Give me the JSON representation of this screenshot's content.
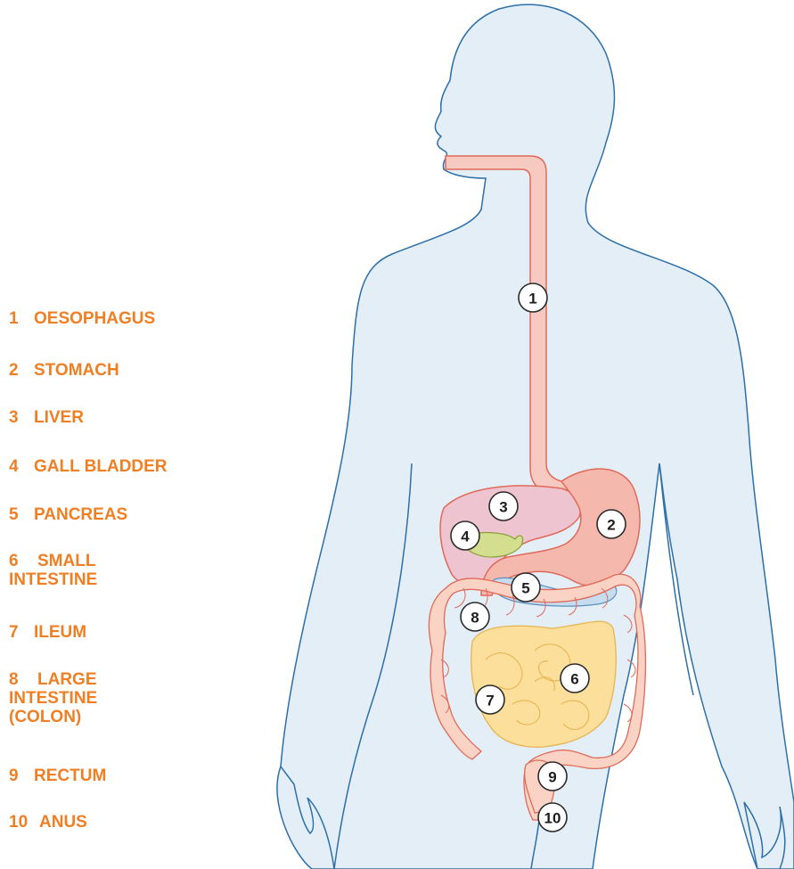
{
  "legend": {
    "items": [
      {
        "num": "1",
        "label": "OESOPHAGUS"
      },
      {
        "num": "2",
        "label": "STOMACH"
      },
      {
        "num": "3",
        "label": "LIVER"
      },
      {
        "num": "4",
        "label": "GALL BLADDER"
      },
      {
        "num": "5",
        "label": "PANCREAS"
      },
      {
        "num": "6",
        "label": "SMALL INTESTINE"
      },
      {
        "num": "7",
        "label": "ILEUM"
      },
      {
        "num": "8",
        "label": "LARGE INTESTINE (COLON)"
      },
      {
        "num": "9",
        "label": "RECTUM"
      },
      {
        "num": "10",
        "label": "ANUS"
      }
    ]
  },
  "markers": [
    "1",
    "2",
    "3",
    "4",
    "5",
    "6",
    "7",
    "8",
    "9",
    "10"
  ],
  "colors": {
    "legend_text": "#f07f24",
    "body_fill": "#e3eef6",
    "body_outline": "#2d6fa8",
    "oesophagus": "#f6c9c1",
    "stomach": "#f5b8ad",
    "liver": "#eec4d1",
    "gall_bladder": "#d3de8f",
    "pancreas": "#c7dcef",
    "small_intestine": "#fbdf9a",
    "large_intestine": "#fbd3c4",
    "organ_outline": "#e06a5a"
  }
}
